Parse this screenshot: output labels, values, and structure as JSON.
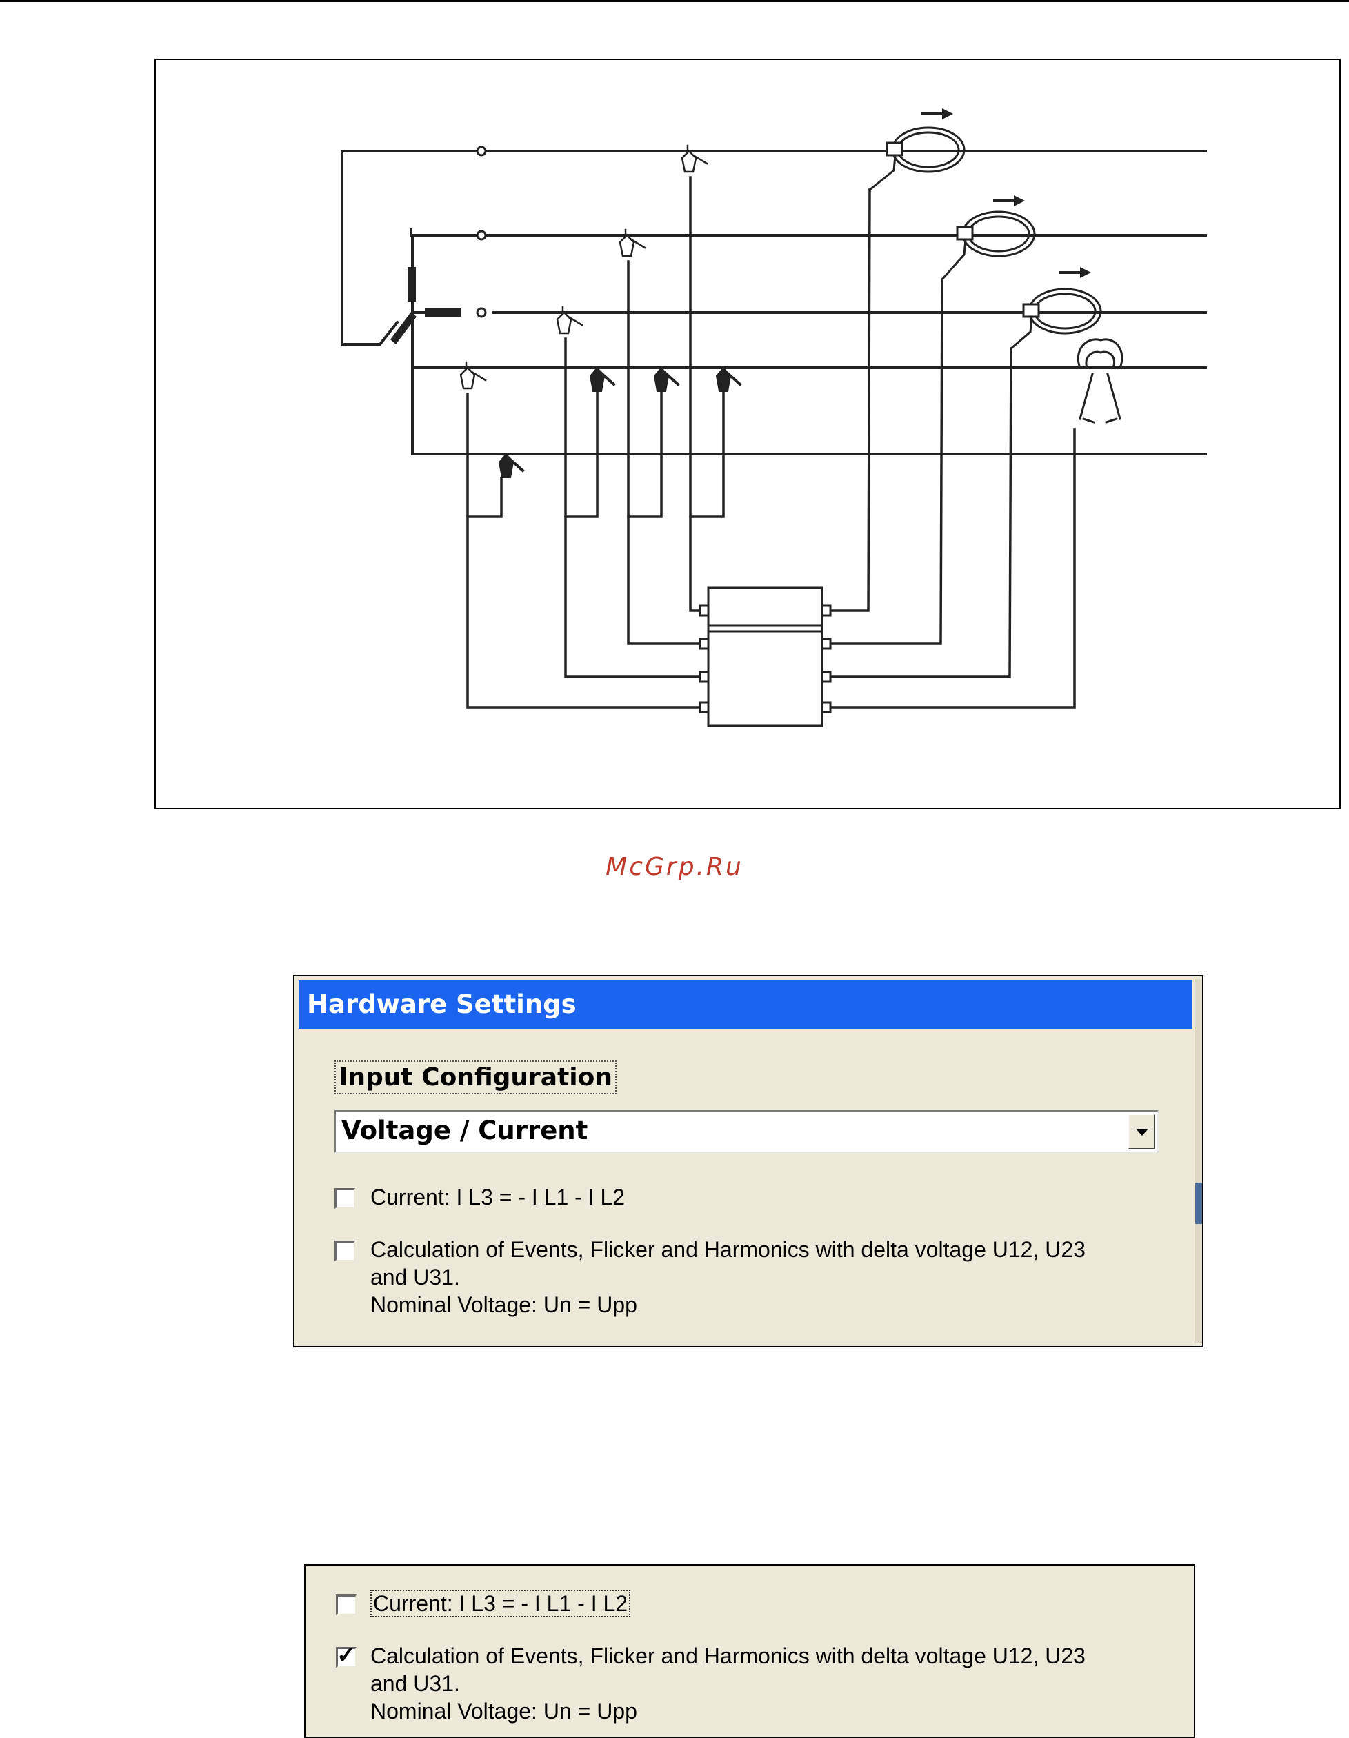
{
  "watermark": "McGrp.Ru",
  "hardware_dialog": {
    "title": "Hardware Settings",
    "group_label": "Input Configuration",
    "input_config_value": "Voltage / Current",
    "options": [
      {
        "checked": false,
        "lines": [
          "Current: I L3 = - I L1 - I L2"
        ]
      },
      {
        "checked": false,
        "lines": [
          "Calculation of Events, Flicker and Harmonics with delta voltage U12, U23",
          "and U31.",
          "Nominal Voltage: Un = Upp"
        ]
      }
    ]
  },
  "options_panel": {
    "options": [
      {
        "checked": false,
        "lines": [
          "Current: I L3 = - I L1 - I L2"
        ]
      },
      {
        "checked": true,
        "lines": [
          "Calculation of Events, Flicker and Harmonics with delta voltage U12, U23",
          "and U31.",
          "Nominal Voltage: Un = Upp"
        ]
      }
    ],
    "check_glyph": "✓"
  }
}
